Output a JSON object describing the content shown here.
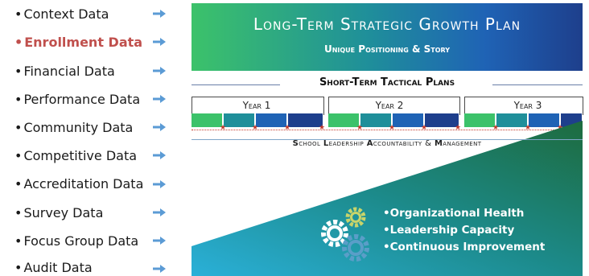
{
  "data_sources": [
    {
      "label": "Context Data",
      "active": false
    },
    {
      "label": "Enrollment Data",
      "active": true
    },
    {
      "label": "Financial Data",
      "active": false
    },
    {
      "label": "Performance Data",
      "active": false
    },
    {
      "label": "Community Data",
      "active": false
    },
    {
      "label": "Competitive Data",
      "active": false
    },
    {
      "label": "Accreditation Data",
      "active": false
    },
    {
      "label": "Survey Data",
      "active": false
    },
    {
      "label": "Focus Group Data",
      "active": false
    },
    {
      "label": "Audit Data",
      "active": false
    }
  ],
  "bullet_char": "•",
  "banner": {
    "title": "Long-Term Strategic Growth Plan",
    "subtitle": "Unique Positioning & Story"
  },
  "tactical": {
    "title": "Short-Term Tactical Plans",
    "years": [
      "Year 1",
      "Year 2",
      "Year 3"
    ],
    "star": "★"
  },
  "slam": {
    "s": "S",
    "chool": "chool ",
    "l": "L",
    "eadership": "eadership ",
    "a": "A",
    "ccountability": "ccountability & ",
    "m": "M",
    "anagement": "anagement"
  },
  "outcomes": [
    "Organizational Health",
    "Leadership Capacity",
    "Continuous Improvement"
  ],
  "colors": {
    "active": "#c0504d",
    "arrow": "#5b9bd5",
    "seg": [
      "#3cc26a",
      "#1f8f9a",
      "#1f63b5",
      "#1e3f8c"
    ],
    "gear_light": "#c8d46a",
    "gear_mid": "#5a9ec8"
  }
}
